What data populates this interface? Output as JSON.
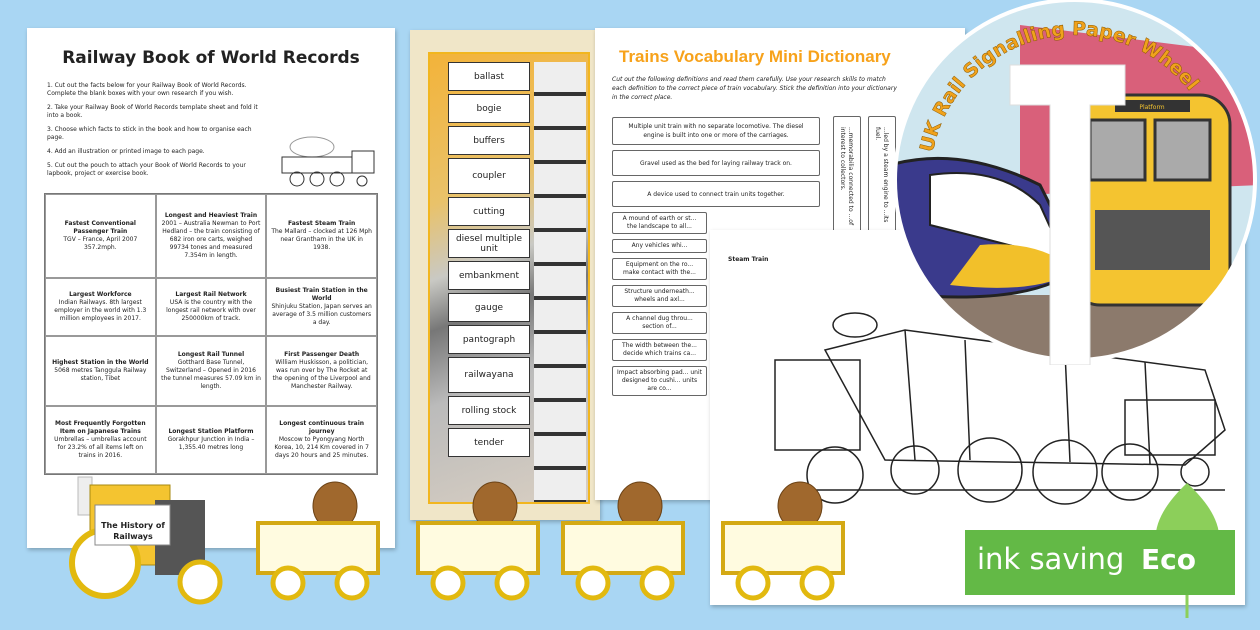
{
  "records": {
    "title": "Railway Book of World Records",
    "instructions": [
      "1. Cut out the facts below for your Railway Book of World Records. Complete the blank boxes with your own research if you wish.",
      "2. Take your Railway Book of World Records template sheet and fold it into a book.",
      "3. Choose which facts to stick in the book and how to organise each page.",
      "4. Add an illustration or printed image to each page.",
      "5. Cut out the pouch to attach your Book of World Records to your lapbook, project or exercise book."
    ],
    "facts": [
      {
        "h": "Fastest Conventional Passenger Train",
        "t": "TGV – France, April 2007 357.2mph."
      },
      {
        "h": "Longest and Heaviest Train",
        "t": "2001 – Australia Newman to Port Hedland – the train consisting of 682 iron ore carts, weighed 99734 tones and measured 7.354m in length."
      },
      {
        "h": "Fastest Steam Train",
        "t": "The Mallard – clocked at 126 Mph near Grantham in the UK in 1938."
      },
      {
        "h": "Largest Workforce",
        "t": "Indian Railways. 8th largest employer in the world with 1.3 million employees in 2017."
      },
      {
        "h": "Largest Rail Network",
        "t": "USA is the country with the longest rail network with over 250000km of track."
      },
      {
        "h": "Busiest Train Station in the World",
        "t": "Shinjuku Station, Japan serves an average of 3.5 million customers a day."
      },
      {
        "h": "Highest Station in the World",
        "t": "5068 metres Tanggula Railway station, Tibet"
      },
      {
        "h": "Longest Rail Tunnel",
        "t": "Gotthard Base Tunnel, Switzerland – Opened in 2016 the tunnel measures 57.09 km in length."
      },
      {
        "h": "First Passenger Death",
        "t": "William Huskisson, a politician, was run over by The Rocket at the opening of the Liverpool and Manchester Railway."
      },
      {
        "h": "Most Frequently Forgotten Item on Japanese Trains",
        "t": "Umbrellas – umbrellas account for 23.2% of all items left on trains in 2016."
      },
      {
        "h": "Longest Station Platform",
        "t": "Gorakhpur Junction in India – 1,355.40 metres long"
      },
      {
        "h": "Longest continuous train journey",
        "t": "Moscow to Pyongyang North Korea, 10, 214 Km covered in 7 days 20 hours and 25 minutes."
      }
    ]
  },
  "vocab_words": [
    "ballast",
    "bogie",
    "buffers",
    "coupler",
    "cutting",
    "diesel multiple unit",
    "embankment",
    "gauge",
    "pantograph",
    "railwayana",
    "rolling stock",
    "tender"
  ],
  "dictionary": {
    "title": "Trains Vocabulary Mini Dictionary",
    "intro": "Cut out the following definitions and read them carefully. Use your research skills to match each definition to the correct piece of train vocabulary. Stick the definition into your dictionary in the correct place.",
    "definitions": [
      "Multiple unit train with no separate locomotive. The diesel engine is built into one or more of the carriages.",
      "Gravel used as the bed for laying railway track on.",
      "A device used to connect train units together.",
      "A mound of earth or st... the landscape to all...",
      "Any vehicles whi...",
      "Equipment on the ro... make contact with the...",
      "Structure underneath... wheels and axl...",
      "A channel dug throu... section of...",
      "The width between the... decide which trains ca...",
      "Impact absorbing pad... unit designed to cushi... units are co..."
    ],
    "strips": [
      "...memorabilia connected to ...of interest to collectors.",
      "...led by a steam engine to ...its fuel."
    ]
  },
  "colouring": {
    "label": "Steam Train"
  },
  "wheel": {
    "title": "UK Rail Signalling Paper Wheel",
    "destination": "Platform"
  },
  "engine_sign": "The History of Railways",
  "eco": {
    "text": "ink saving",
    "badge": "Eco",
    "color": "#63b946"
  }
}
